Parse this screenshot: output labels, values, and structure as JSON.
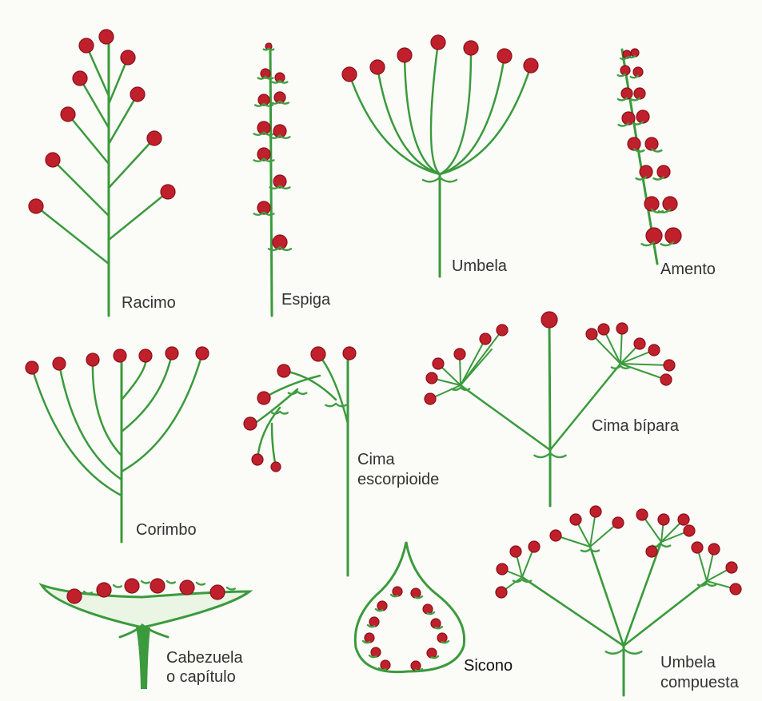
{
  "colors": {
    "stem": "#3a9a3c",
    "flower": "#c0202c",
    "flower_edge": "#8a1018",
    "bract": "#3f9f41",
    "label": "#333333",
    "background": "#fbfbf8"
  },
  "labels": {
    "racimo": "Racimo",
    "espiga": "Espiga",
    "umbela": "Umbela",
    "amento": "Amento",
    "corimbo": "Corimbo",
    "cima_escorpioide_1": "Cima",
    "cima_escorpioide_2": "escorpioide",
    "cima_bipara": "Cima bípara",
    "cabezuela_1": "Cabezuela",
    "cabezuela_2": "o capítulo",
    "sicono": "Sicono",
    "umbela_compuesta_1": "Umbela",
    "umbela_compuesta_2": "compuesta"
  }
}
